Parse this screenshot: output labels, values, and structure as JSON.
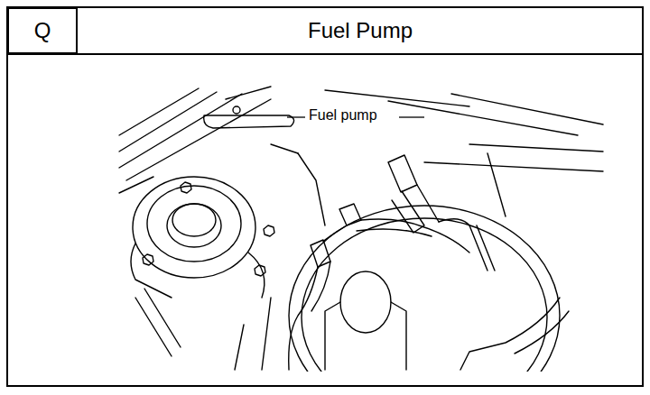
{
  "diagram": {
    "title": "Fuel Pump",
    "nodes": [
      {
        "text": [
          "Q"
        ]
      }
    ],
    "labels": [
      "Fuel pump"
    ]
  }
}
